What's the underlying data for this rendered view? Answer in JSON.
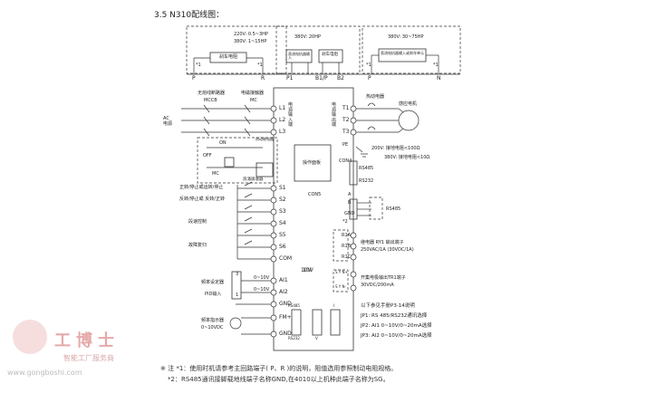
{
  "title": "3.5 N310配线图：",
  "top_boxes": [
    {
      "spec1": "220V: 0.5~3HP",
      "spec2": "380V: 1~15HP",
      "part": "刹车电阻",
      "t_left": "*1",
      "t_right": "*1",
      "pin_left": "P",
      "pin_right": "R"
    },
    {
      "spec1": "380V: 20HP",
      "part_a": "直流电抗器输入",
      "part_b": "刹车电阻",
      "pins": [
        "P1",
        "B1/P",
        "B2"
      ]
    },
    {
      "spec1": "380V: 30~75HP",
      "part": "直流电抗器输入或刹车单元",
      "t_left": "*1",
      "t_right": "*1",
      "pin_left": "P",
      "pin_right": "N"
    }
  ],
  "left": {
    "mccb_label": "无熔线断路器",
    "mccb": "MCCB",
    "mc_contactor_label": "电磁接触器",
    "mc": "MC",
    "ac_source": "AC\n电源",
    "on": "ON",
    "off": "OFF",
    "mc2": "MC",
    "thermal_relay": "热动继电器",
    "surge_absorber": "浪涌吸收器",
    "s1_label": "正转/停止或运转/停止",
    "s2_label": "反转/停止或  反转/正转",
    "s3_label": "段速控制",
    "s5_label": "故障复归",
    "freq_setter": "频率设定器",
    "pid_input": "PID输入",
    "freq_meter": "频率指示器",
    "freq_meter_range": "0~10VDC"
  },
  "terminals_left": [
    "L1",
    "L2",
    "L3",
    "S1",
    "S2",
    "S3",
    "S4",
    "S5",
    "S6",
    "COM",
    "10V",
    "AI1",
    "AI2",
    "GND",
    "FM+",
    "GND"
  ],
  "terminals_left_texts": {
    "power_in": "电源输入端",
    "v10": "10V",
    "ai_hint": "0~10V",
    "ai2_hint": "0~10V",
    "pin3": "3",
    "pin1": "1"
  },
  "inverter": {
    "op_panel": "操作面板",
    "con5": "CON5",
    "power_out": "电源输出端",
    "jp": [
      "RS485",
      "RS232",
      "V",
      "I"
    ],
    "v10_label": "10V"
  },
  "right": {
    "thermal_relay": "热动电器",
    "motor": "感应电机",
    "outputs": [
      "T1",
      "T2",
      "T3"
    ],
    "pe": "PE",
    "con4": "CON4",
    "grd1": "200V: 接地电阻<100Ω",
    "grd2": "380V: 接地电阻<10Ω",
    "rs485": "RS485",
    "rs232": "RS232",
    "a": "A",
    "b": "B",
    "gnd": "GND",
    "star2": "*2",
    "rs485_label": "RS485",
    "r1a": "R1A",
    "r1b": "R1B",
    "r1c": "R1C",
    "relay_label": "继电器 RY1 输出端子",
    "relay_rating": "250VAC/1A (30VDC/1A)",
    "syn_plus": "S Y N+",
    "syn_minus": "S Y N-",
    "oc_label": "开集电极输出TR1端子",
    "oc_rating": "30VDC/200mA",
    "jp_title": "以下参见手册P3-14说明",
    "jp1": "JP1: RS 485/RS232通讯选择",
    "jp2": "JP2: AI1 0~10V/0~20mA选择",
    "jp3": "JP3: AI2 0~10V/0~20mA选择"
  },
  "notes": {
    "n1": "※ 注 *1：使用时机请参考主回路端子( P、R )的说明，阻值选用参照制动电阻规格。",
    "n2": "*2：RS485通讯接脚载地线端子名称GND,在4010以上机种此端子名称为SG。"
  },
  "watermark": {
    "text": "工博士",
    "sub": "智能工厂服务商",
    "url": "www.gongboshi.com"
  }
}
